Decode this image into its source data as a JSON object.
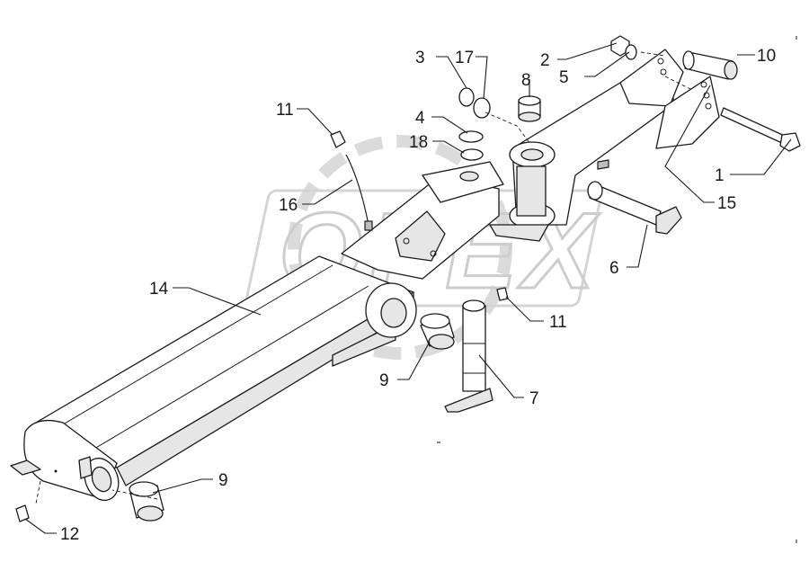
{
  "watermark": {
    "logo_text": "OPEX"
  },
  "callouts": [
    {
      "id": "c1",
      "label": "1"
    },
    {
      "id": "c2",
      "label": "2"
    },
    {
      "id": "c3",
      "label": "3"
    },
    {
      "id": "c4",
      "label": "4"
    },
    {
      "id": "c5",
      "label": "5"
    },
    {
      "id": "c6",
      "label": "6"
    },
    {
      "id": "c7",
      "label": "7"
    },
    {
      "id": "c8",
      "label": "8"
    },
    {
      "id": "c9a",
      "label": "9"
    },
    {
      "id": "c9b",
      "label": "9"
    },
    {
      "id": "c10",
      "label": "10"
    },
    {
      "id": "c11a",
      "label": "11"
    },
    {
      "id": "c11b",
      "label": "11"
    },
    {
      "id": "c12",
      "label": "12"
    },
    {
      "id": "c14",
      "label": "14"
    },
    {
      "id": "c15",
      "label": "15"
    },
    {
      "id": "c16",
      "label": "16"
    },
    {
      "id": "c17",
      "label": "17"
    },
    {
      "id": "c18",
      "label": "18"
    }
  ]
}
